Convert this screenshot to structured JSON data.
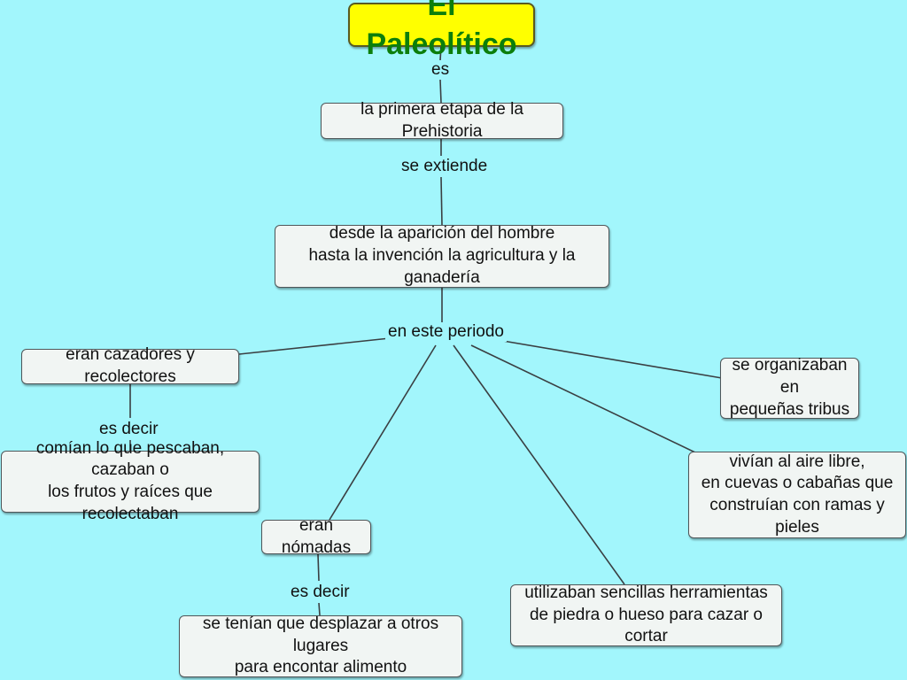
{
  "colors": {
    "background": "#A2F6FC",
    "node_fill": "#F1F5F3",
    "root_fill": "#FFFF00",
    "root_text": "#0C7E0C",
    "line": "#3A3F42"
  },
  "concepts": {
    "root": "El Paleolítico",
    "primera_etapa": "la primera etapa de la Prehistoria",
    "periodo": "desde la aparición del hombre\nhasta la invención la agricultura y la ganadería",
    "cazadores": "eran cazadores y recolectores",
    "comian": "comían lo que pescaban, cazaban o\nlos frutos y raíces que recolectaban",
    "nomadas": "eran nómadas",
    "desplazar": "se tenían que desplazar a otros lugares\npara encontar alimento",
    "herramientas": "utilizaban sencillas herramientas\nde piedra o hueso para cazar o cortar",
    "aire_libre": "vivían al aire libre,\nen cuevas o cabañas que\nconstruían con ramas y pieles",
    "tribus": "se organizaban en\npequeñas tribus"
  },
  "link_labels": {
    "es": "es",
    "se_extiende": "se extiende",
    "en_este_periodo": "en este periodo",
    "es_decir_1": "es decir",
    "es_decir_2": "es decir"
  }
}
